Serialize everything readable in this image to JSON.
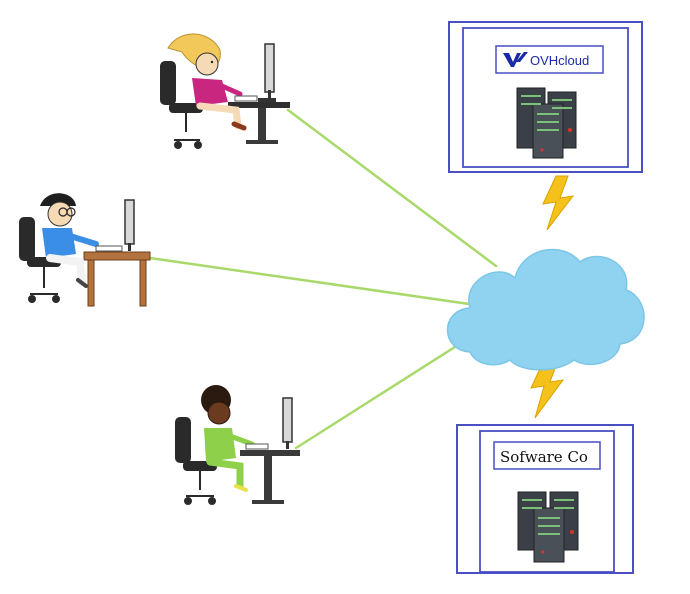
{
  "diagram": {
    "nodes": [
      {
        "id": "user_girl_blonde",
        "kind": "user-at-desk"
      },
      {
        "id": "user_boy_glasses",
        "kind": "user-at-desk"
      },
      {
        "id": "user_girl_curly",
        "kind": "user-at-desk"
      },
      {
        "id": "cloud",
        "kind": "cloud"
      },
      {
        "id": "ovh_datacenter",
        "kind": "server-box",
        "label": "OVHcloud"
      },
      {
        "id": "software_co",
        "kind": "server-box",
        "label": "Sofware Co"
      }
    ],
    "edges": [
      {
        "from": "user_girl_blonde",
        "to": "cloud",
        "style": "line"
      },
      {
        "from": "user_boy_glasses",
        "to": "cloud",
        "style": "line"
      },
      {
        "from": "user_girl_curly",
        "to": "cloud",
        "style": "line"
      },
      {
        "from": "cloud",
        "to": "ovh_datacenter",
        "style": "lightning"
      },
      {
        "from": "cloud",
        "to": "software_co",
        "style": "lightning"
      }
    ]
  },
  "labels": {
    "ovh": "OVHcloud",
    "software_co": "Sofware Co"
  },
  "colors": {
    "link_line": "#a8d96a",
    "cloud": "#8fd3f0",
    "box_border": "#4a4fc4",
    "lightning": "#f4c21b",
    "server": "#3b4048",
    "desk": "#b3733e"
  }
}
